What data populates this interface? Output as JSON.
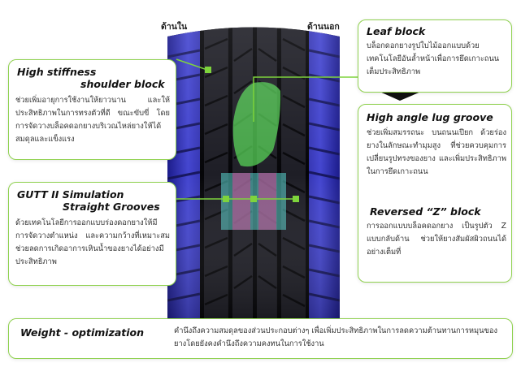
{
  "labels": {
    "inner_side": "ด้านใน",
    "outer_side": "ด้านนอก"
  },
  "callouts": {
    "shoulder": {
      "title_line1": "High stiffness",
      "title_line2": "shoulder block",
      "text": "ช่วยเพิ่มอายุการใช้งานให้ยาวนาน และให้ประสิทธิภาพในการทรงตัวที่ดี ขณะขับขี่ โดยการจัดวางบล็อคดอกยางบริเวณไหล่ยางให้ได้สมดุลและแข็งแรง"
    },
    "gutt": {
      "title_line1": "GUTT II Simulation",
      "title_line2": "Straight Grooves",
      "text": "ด้วยเทคโนโลยีการออกแบบร่องดอกยางให้มีการจัดวางตำแหน่ง และความกว้างที่เหมาะสม ช่วยลดการเกิดอาการเหินน้ำของยางได้อย่างมีประสิทธิภาพ"
    },
    "leaf": {
      "title": "Leaf block",
      "text": "บล็อกดอกยางรูปใบไม้ออกแบบด้วยเทคโนโลยีอันล้ำหน้าเพื่อการยึดเกาะถนนเต็มประสิทธิภาพ"
    },
    "lug": {
      "title": "High angle lug groove",
      "text": "ช่วยเพิ่มสมรรถนะ บนถนนเปียก ด้วยร่องยางในลักษณะทำมุมสูง ที่ช่วยควบคุมการเปลี่ยนรูปทรงของยาง และเพิ่มประสิทธิภาพในการยึดเกาะถนน"
    },
    "reversed_z": {
      "title": "Reversed “Z” block",
      "text": "การออกแบบบล็อคดอกยาง เป็นรูปตัว Z แบบกลับด้าน ช่วยให้ยางสัมผัสผิวถนนได้อย่างเต็มที่"
    },
    "weight": {
      "title": "Weight - optimization",
      "text": "คำนึงถึงความสมดุลของส่วนประกอบต่างๆ เพื่อเพิ่มประสิทธิภาพในการลดความต้านทานการหมุนของยางโดยยังคงคำนึงถึงความคงทนในการใช้งาน"
    }
  },
  "colors": {
    "accent_green": "#7ed43c",
    "callout_border": "#8fd14f",
    "tire_blue": "#3b3cc4",
    "leaf_highlight": "#58d858",
    "groove_overlay": "#5ad6d0",
    "z_block_overlay": "#cc3a8c"
  }
}
